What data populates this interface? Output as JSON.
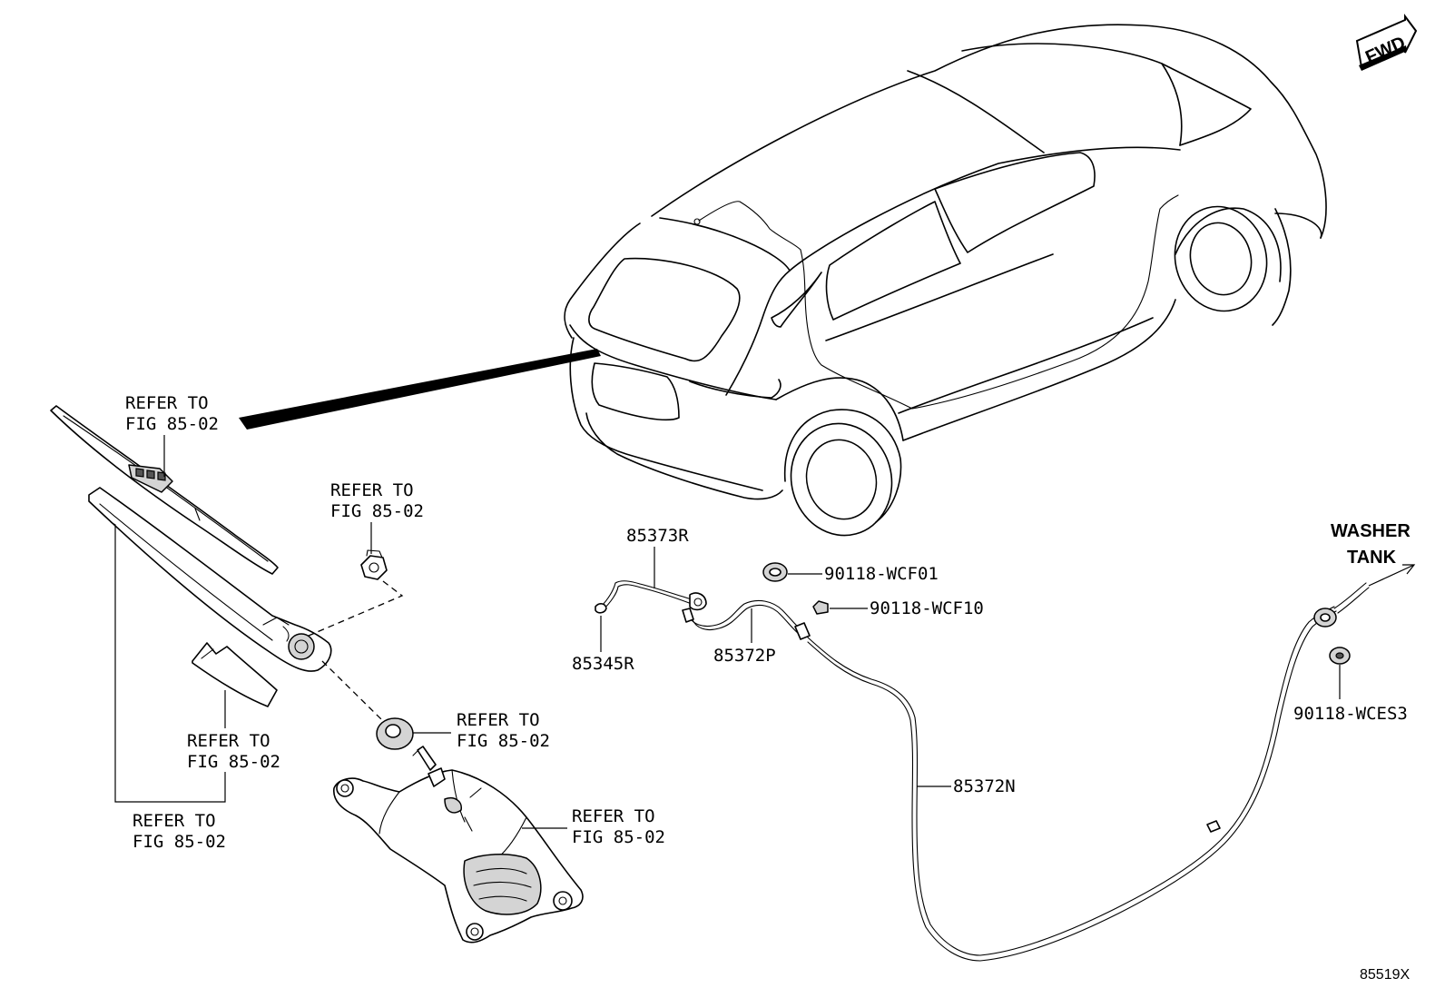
{
  "diagram": {
    "fwd_badge": "FWD",
    "figure_id": "85519X",
    "refer_line1": "REFER TO",
    "refer_line2": "FIG 85-02",
    "washer_tank_line1": "WASHER",
    "washer_tank_line2": "TANK",
    "parts": {
      "p85373R": "85373R",
      "p85345R": "85345R",
      "p85372P": "85372P",
      "p85372N": "85372N",
      "p90118WCF01": "90118-WCF01",
      "p90118WCF10": "90118-WCF10",
      "p90118WCES3": "90118-WCES3"
    }
  }
}
